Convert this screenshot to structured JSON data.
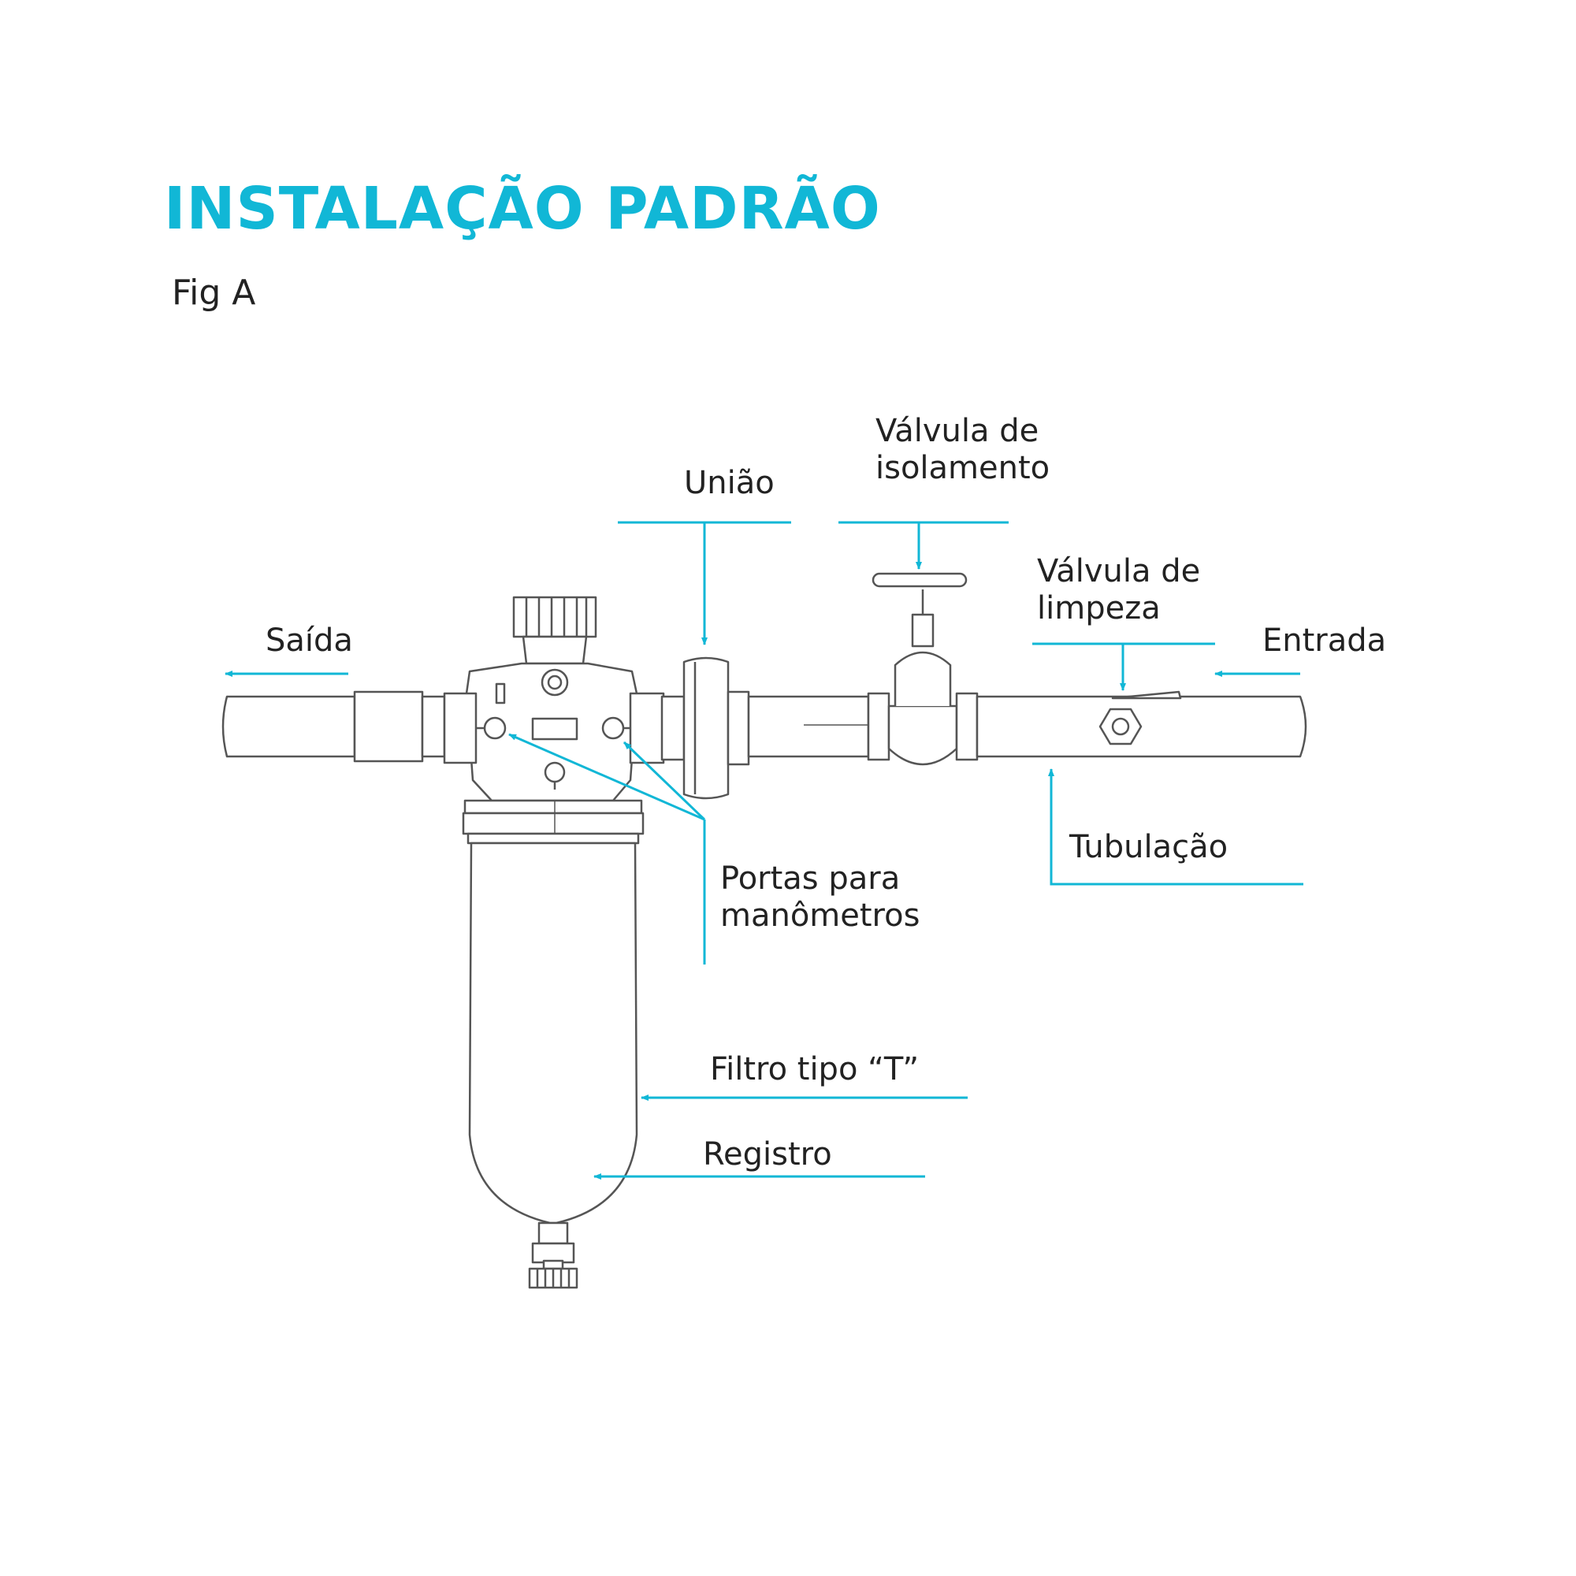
{
  "title": "INSTALAÇÃO PADRÃO",
  "subtitle": "Fig A",
  "accent_color": "#11b7d6",
  "line_color": "#555555",
  "labels": {
    "saida": "Saída",
    "uniao": "União",
    "valvula_isolamento": [
      "Válvula de",
      "isolamento"
    ],
    "valvula_limpeza": [
      "Válvula de",
      "limpeza"
    ],
    "entrada": "Entrada",
    "tubulacao": "Tubulação",
    "portas_manometros": [
      "Portas para",
      "manômetros"
    ],
    "filtro_tipo_t": "Filtro tipo “T”",
    "registro": "Registro"
  }
}
